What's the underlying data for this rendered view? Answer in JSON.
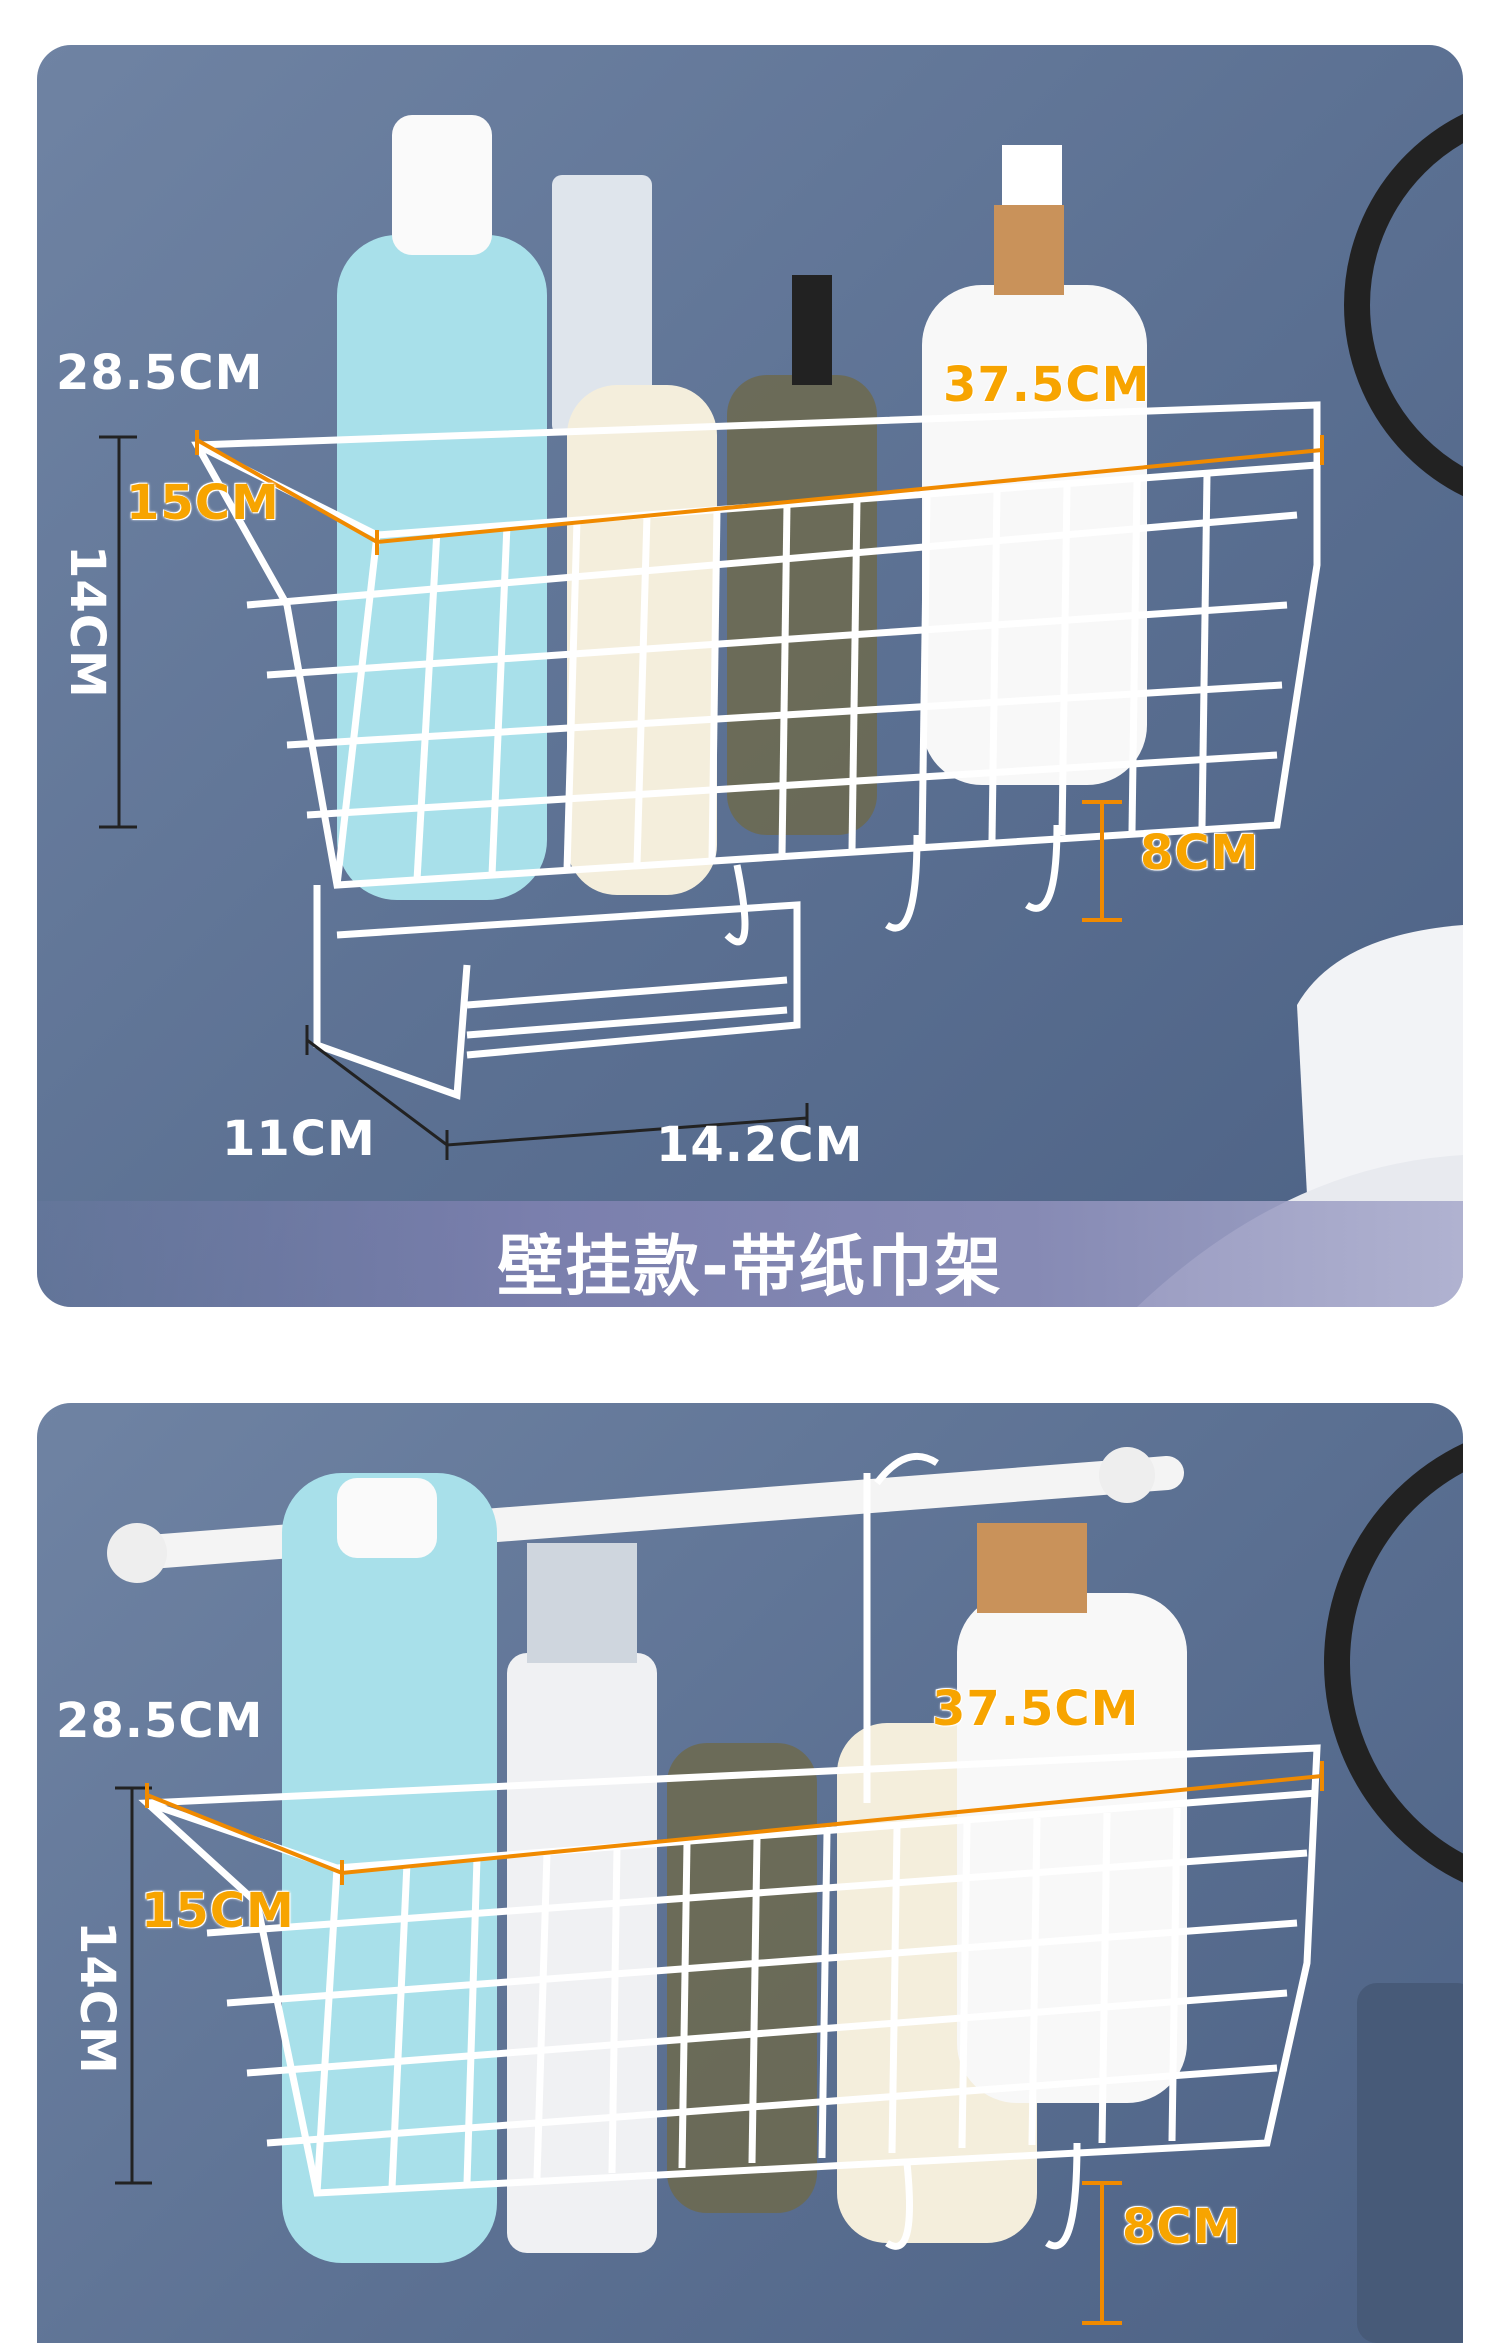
{
  "panel1": {
    "dimensions": {
      "depth_top": "28.5CM",
      "width_depth": "15CM",
      "height": "14CM",
      "length": "37.5CM",
      "hook": "8CM",
      "holder_depth": "11CM",
      "holder_length": "14.2CM"
    },
    "caption": "壁挂款-带纸巾架",
    "accent_color": "#f7a400"
  },
  "panel2": {
    "dimensions": {
      "depth_top": "28.5CM",
      "width_depth": "15CM",
      "height": "14CM",
      "length": "37.5CM",
      "hook": "8CM"
    }
  }
}
